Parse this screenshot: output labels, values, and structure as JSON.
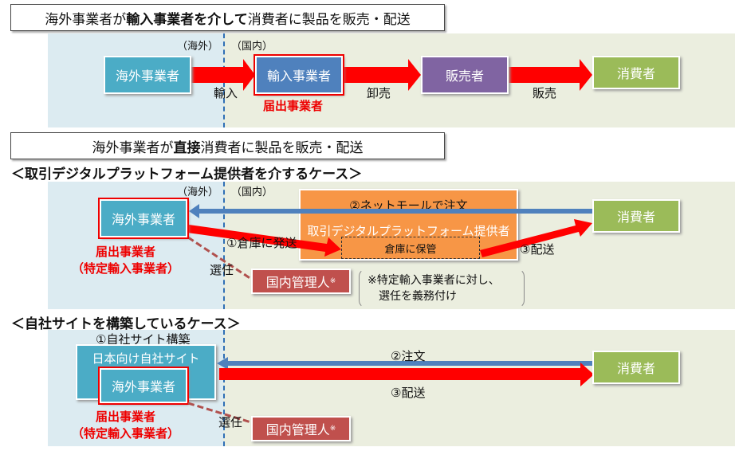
{
  "section1": {
    "title_prefix": "海外事業者が",
    "title_bold": "輸入事業者を介して",
    "title_suffix": "消費者に製品を販売・配送",
    "overseas": "（海外）",
    "domestic": "（国内）",
    "boxes": [
      "海外事業者",
      "輸入事業者",
      "販売者",
      "消費者"
    ],
    "arrows": [
      "輸入",
      "卸売",
      "販売"
    ],
    "notified": "届出事業者"
  },
  "section2": {
    "title_prefix": "海外事業者が",
    "title_bold": "直接",
    "title_suffix": "消費者に製品を販売・配送"
  },
  "case1": {
    "heading": "＜取引デジタルプラットフォーム提供者を介するケース＞",
    "overseas": "（海外）",
    "domestic": "（国内）",
    "seller": "海外事業者",
    "platform": "取引デジタルプラットフォーム提供者",
    "order": "②ネットモールで注文",
    "warehouse": "倉庫に保管",
    "ship_to_wh": "①倉庫に発送",
    "deliver": "③配送",
    "consumer": "消費者",
    "notified": "届出事業者",
    "specific": "（特定輸入事業者）",
    "appoint": "選任",
    "manager": "国内管理人",
    "mark": "※",
    "note1": "※特定輸入事業者に対し、",
    "note2": "選任を義務付け"
  },
  "case2": {
    "heading": "＜自社サイトを構築しているケース＞",
    "build": "①自社サイト構築",
    "site": "日本向け自社サイト",
    "seller": "海外事業者",
    "order": "②注文",
    "deliver": "③配送",
    "consumer": "消費者",
    "notified": "届出事業者",
    "specific": "（特定輸入事業者）",
    "appoint": "選任",
    "manager": "国内管理人",
    "mark": "※"
  },
  "colors": {
    "teal": "#4bacc6",
    "blue": "#4f81bd",
    "purple": "#8064a2",
    "green": "#9bbb59",
    "orange": "#f79646",
    "darkred": "#c0504d",
    "red": "#ff0000"
  }
}
